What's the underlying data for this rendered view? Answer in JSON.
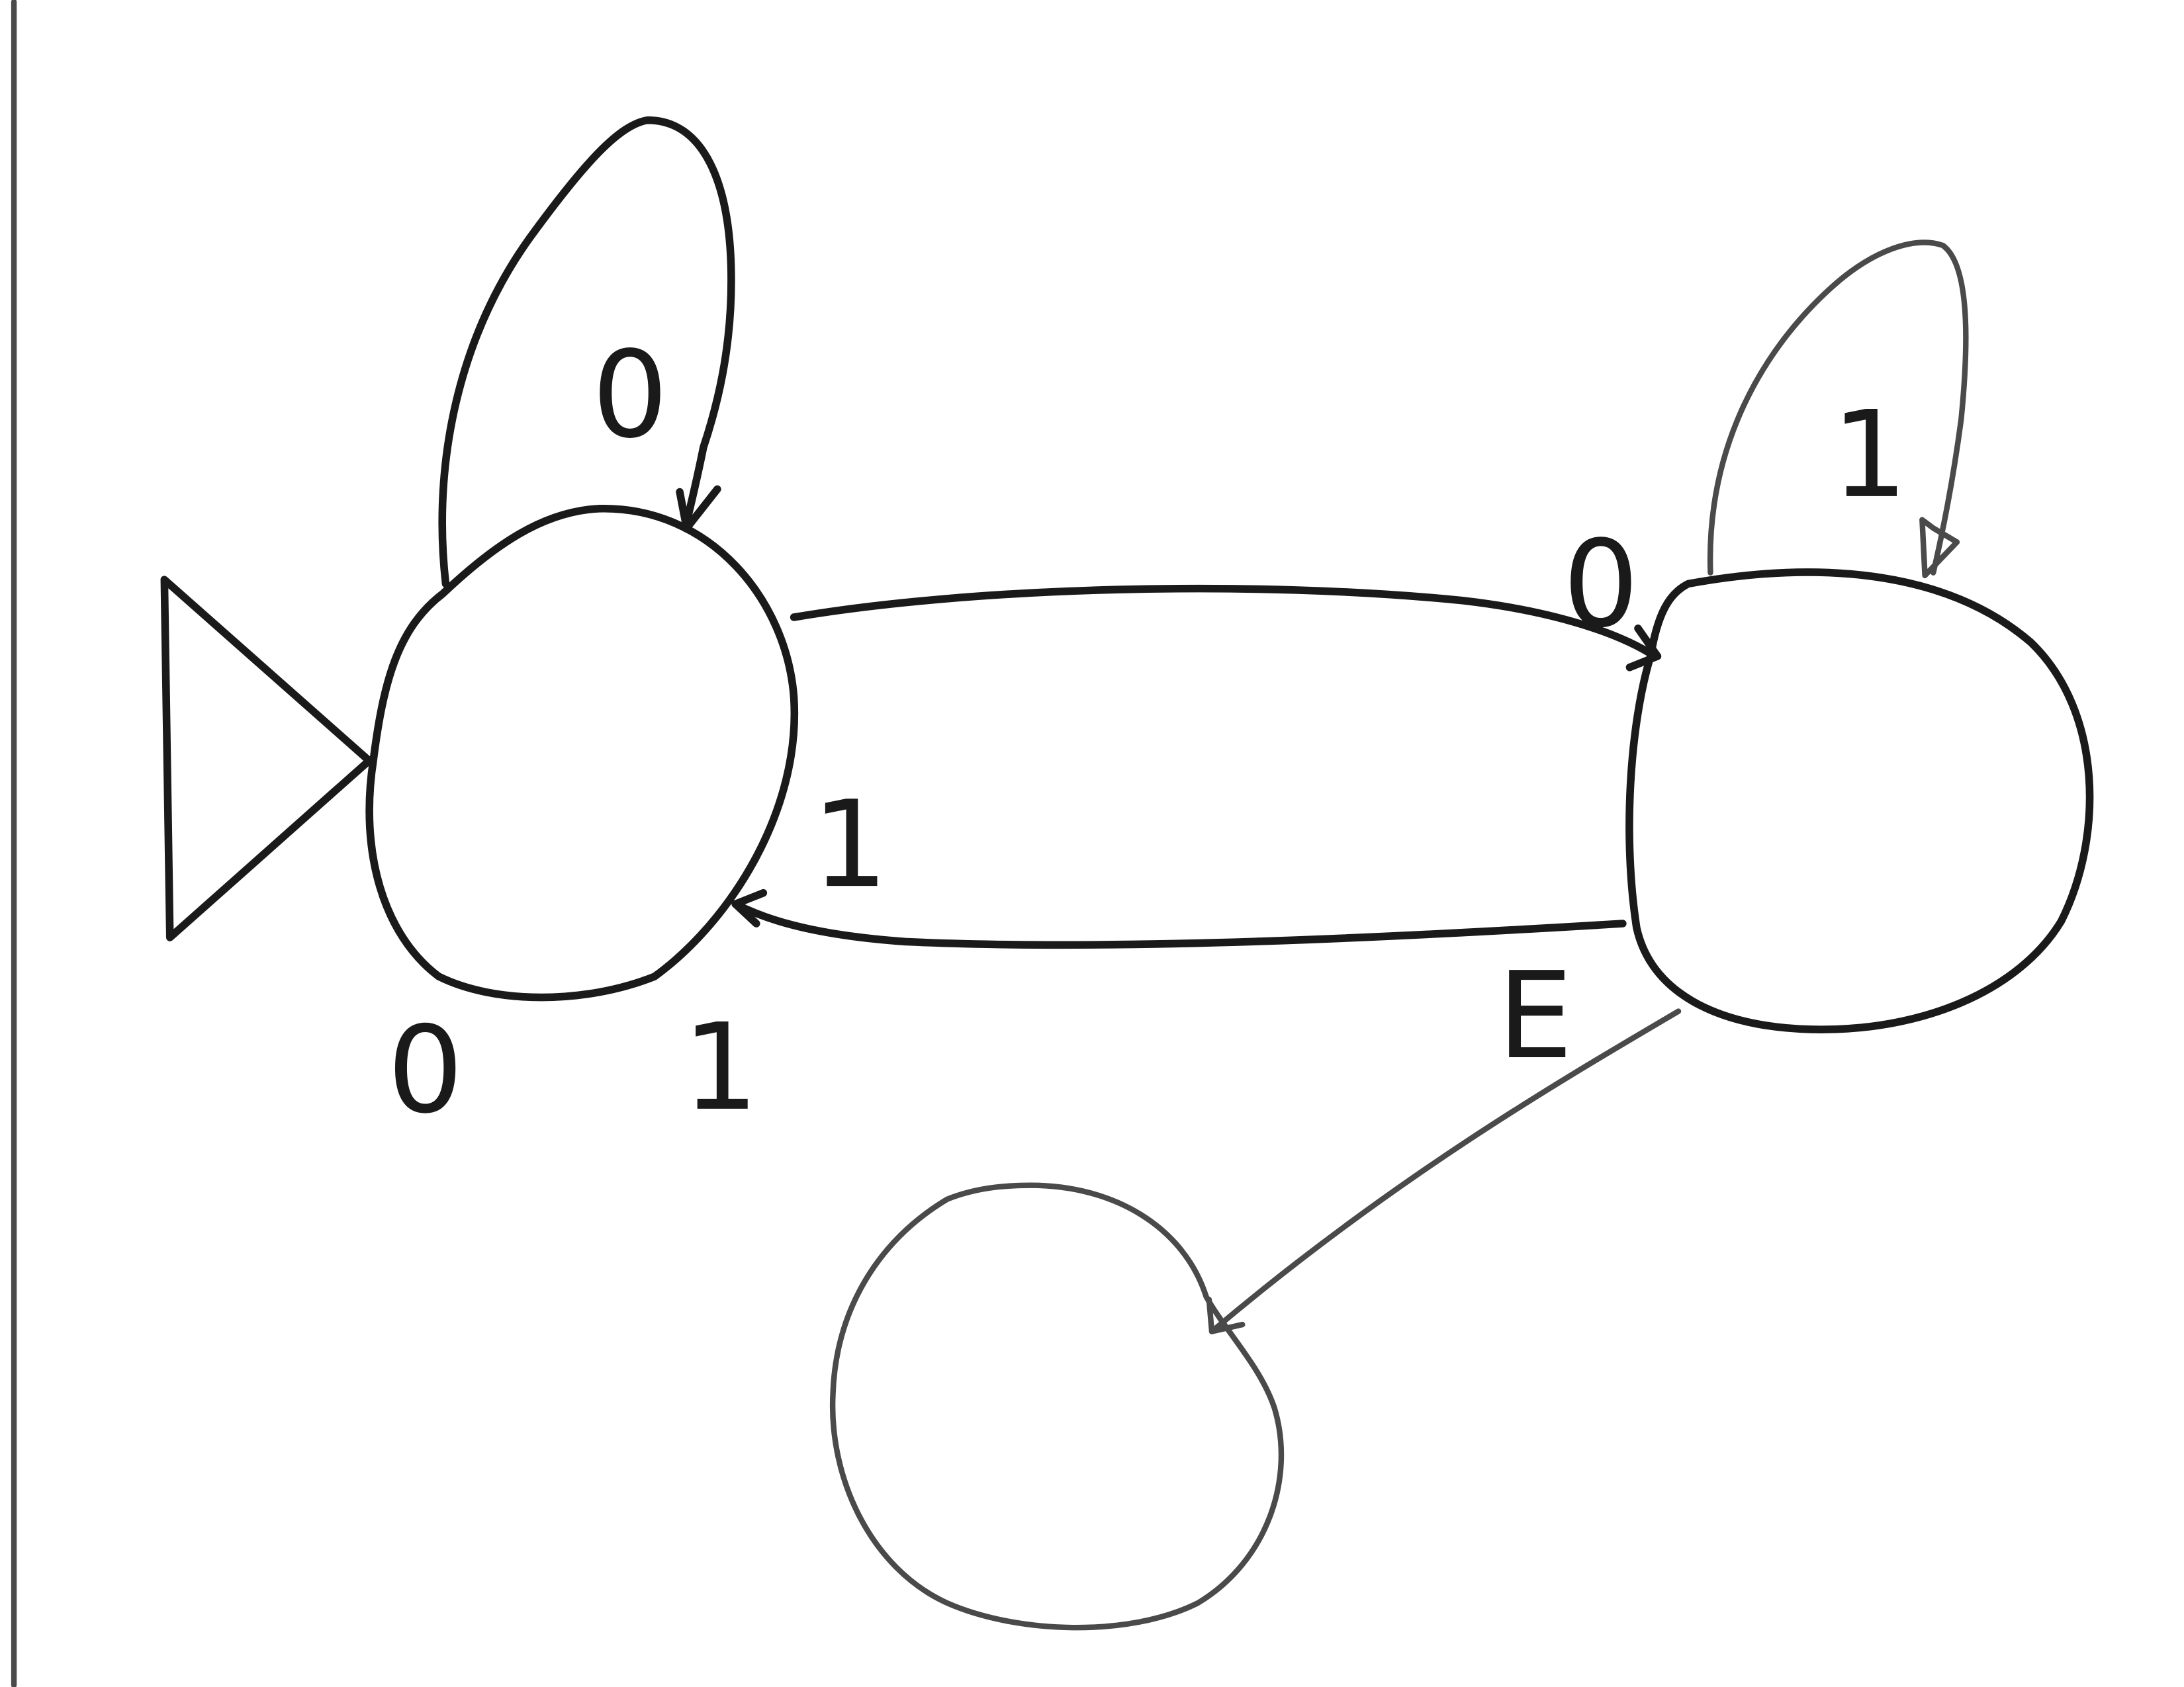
{
  "diagram": {
    "type": "state-diagram",
    "labels": {
      "self_loop_q0": "0",
      "self_loop_q1": "1",
      "edge_q0_to_q1": "0",
      "edge_q1_to_q0": "1",
      "edge_q1_to_q2": "E",
      "below_q0_left": "0",
      "below_q0_right": "1"
    }
  }
}
